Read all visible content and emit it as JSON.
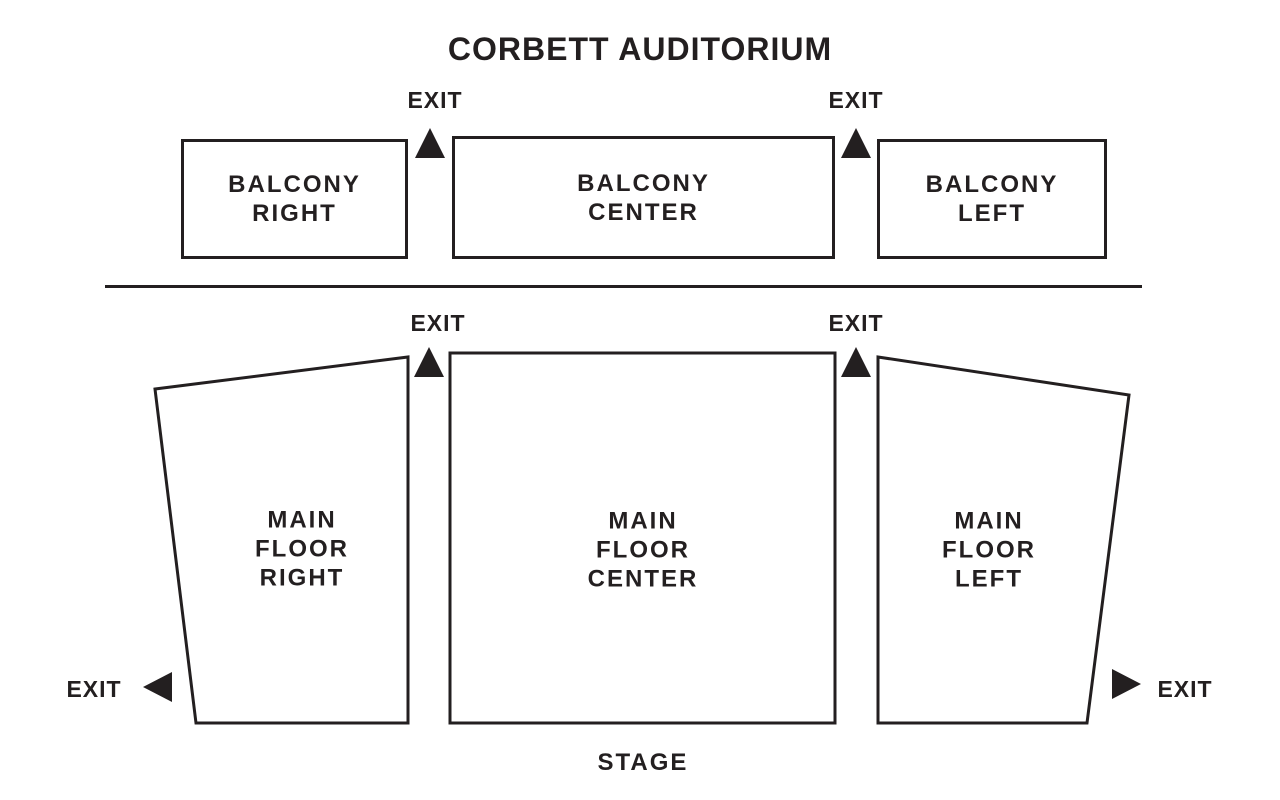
{
  "title": "CORBETT AUDITORIUM",
  "labels": {
    "exit": "EXIT",
    "stage": "STAGE"
  },
  "sections": {
    "balcony_right": {
      "lines": [
        "BALCONY",
        "RIGHT"
      ]
    },
    "balcony_center": {
      "lines": [
        "BALCONY",
        "CENTER"
      ]
    },
    "balcony_left": {
      "lines": [
        "BALCONY",
        "LEFT"
      ]
    },
    "main_floor_right": {
      "lines": [
        "MAIN",
        "FLOOR",
        "RIGHT"
      ]
    },
    "main_floor_center": {
      "lines": [
        "MAIN",
        "FLOOR",
        "CENTER"
      ]
    },
    "main_floor_left": {
      "lines": [
        "MAIN",
        "FLOOR",
        "LEFT"
      ]
    }
  },
  "colors": {
    "ink": "#231f20",
    "background": "#ffffff"
  }
}
